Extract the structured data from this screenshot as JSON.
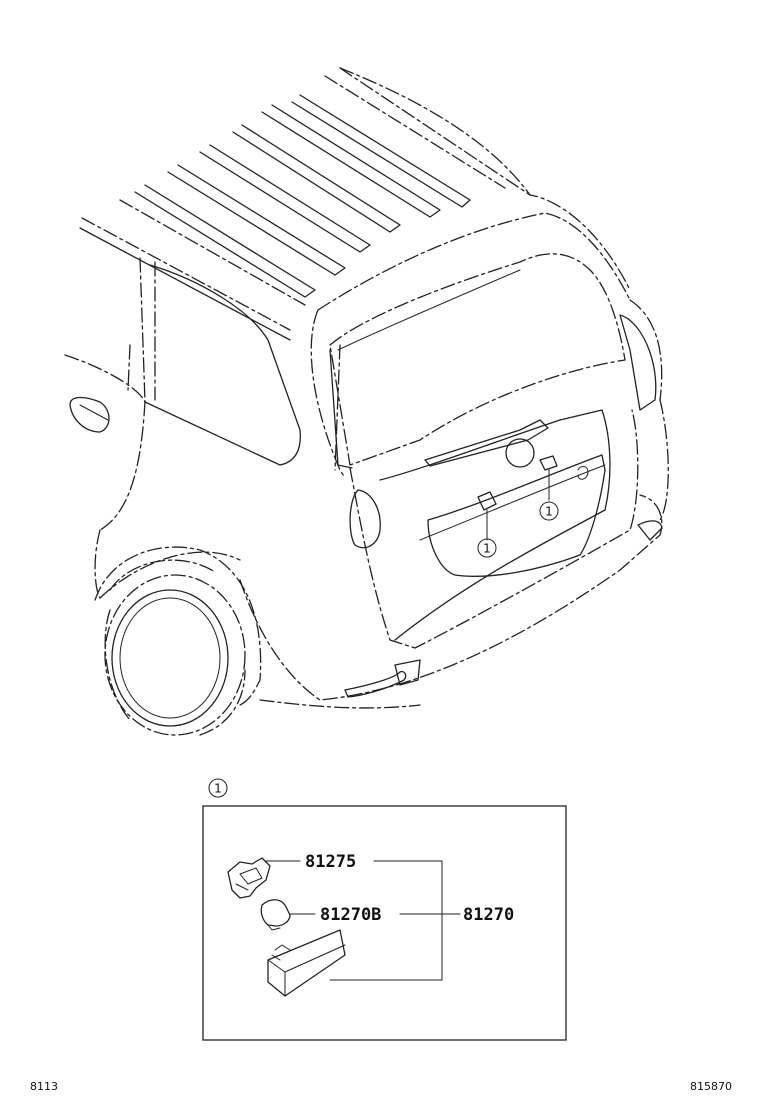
{
  "callouts": [
    {
      "label": "1"
    },
    {
      "label": "1"
    },
    {
      "label": "1"
    }
  ],
  "parts": {
    "socket": "81275",
    "bulb": "81270B",
    "assembly": "81270"
  },
  "footer": {
    "left_code": "8113",
    "right_code": "815870"
  }
}
